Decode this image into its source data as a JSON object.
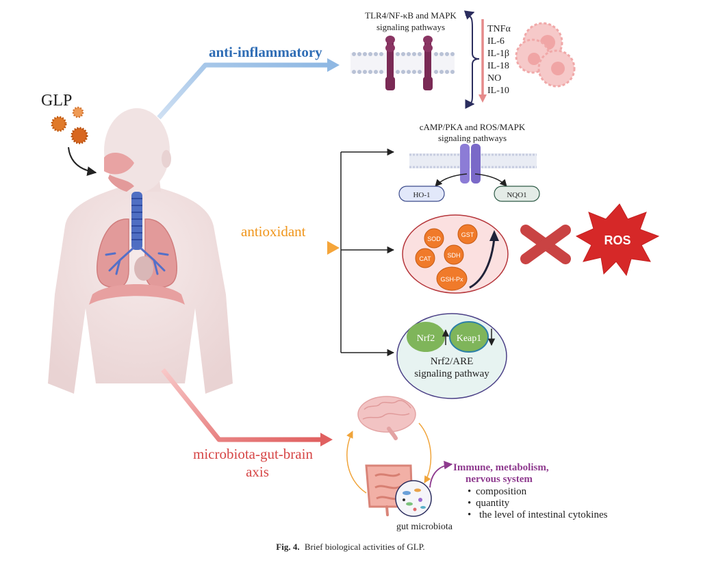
{
  "source_label": "GLP",
  "pathways": {
    "anti_inflammatory": {
      "label": "anti-inflammatory",
      "signaling_line1": "TLR4/NF-κB and MAPK",
      "signaling_line2": "signaling pathways",
      "cytokines": [
        "TNFα",
        "IL-6",
        "IL-1β",
        "IL-18",
        "NO",
        "IL-10"
      ]
    },
    "antioxidant": {
      "label": "antioxidant",
      "camp_line1": "cAMP/PKA and ROS/MAPK",
      "camp_line2": "signaling pathways",
      "ho1": "HO-1",
      "nqo1": "NQO1",
      "enzymes": [
        "SOD",
        "GST",
        "CAT",
        "SDH",
        "GSH-Px"
      ],
      "ros": "ROS",
      "nrf2": "Nrf2",
      "keap1": "Keap1",
      "nrf2_are_line1": "Nrf2/ARE",
      "nrf2_are_line2": "signaling pathway"
    },
    "gut_brain": {
      "label_line1": "microbiota-gut-brain",
      "label_line2": "axis",
      "effects_title_line1": "Immune, metabolism,",
      "effects_title_line2": "nervous system",
      "effects": [
        "composition",
        "quantity",
        "the level of intestinal cytokines"
      ],
      "gut_microbiota": "gut microbiota"
    }
  },
  "caption": {
    "prefix": "Fig. 4.",
    "text": "Brief biological activities of GLP."
  },
  "colors": {
    "anti_inflammatory": "#2f6db5",
    "antioxidant": "#f0961c",
    "gut_brain": "#d64545",
    "effects_title": "#8e3a8e",
    "ros": "#d62828",
    "enzyme": "#f07a2a",
    "nrf2": "#7fb55a",
    "keap1": "#7fb55a"
  }
}
